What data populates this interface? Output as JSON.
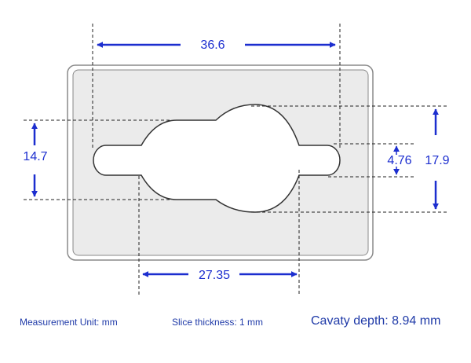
{
  "colors": {
    "dimension": "#1c2ecf",
    "note_text": "#1f3aa8",
    "outline": "#333333",
    "tray_fill": "#ebebeb",
    "tray_border": "#8a8a8a",
    "guide": "#222222"
  },
  "dimensions": {
    "top_width": "36.6",
    "bottom_width": "27.35",
    "left_height": "14.7",
    "right_outer_height": "17.9",
    "right_inner_height": "4.76"
  },
  "notes": {
    "unit": "Measurement Unit: mm",
    "slice": "Slice thickness: 1  mm",
    "depth": "Cavaty depth: 8.94 mm"
  }
}
